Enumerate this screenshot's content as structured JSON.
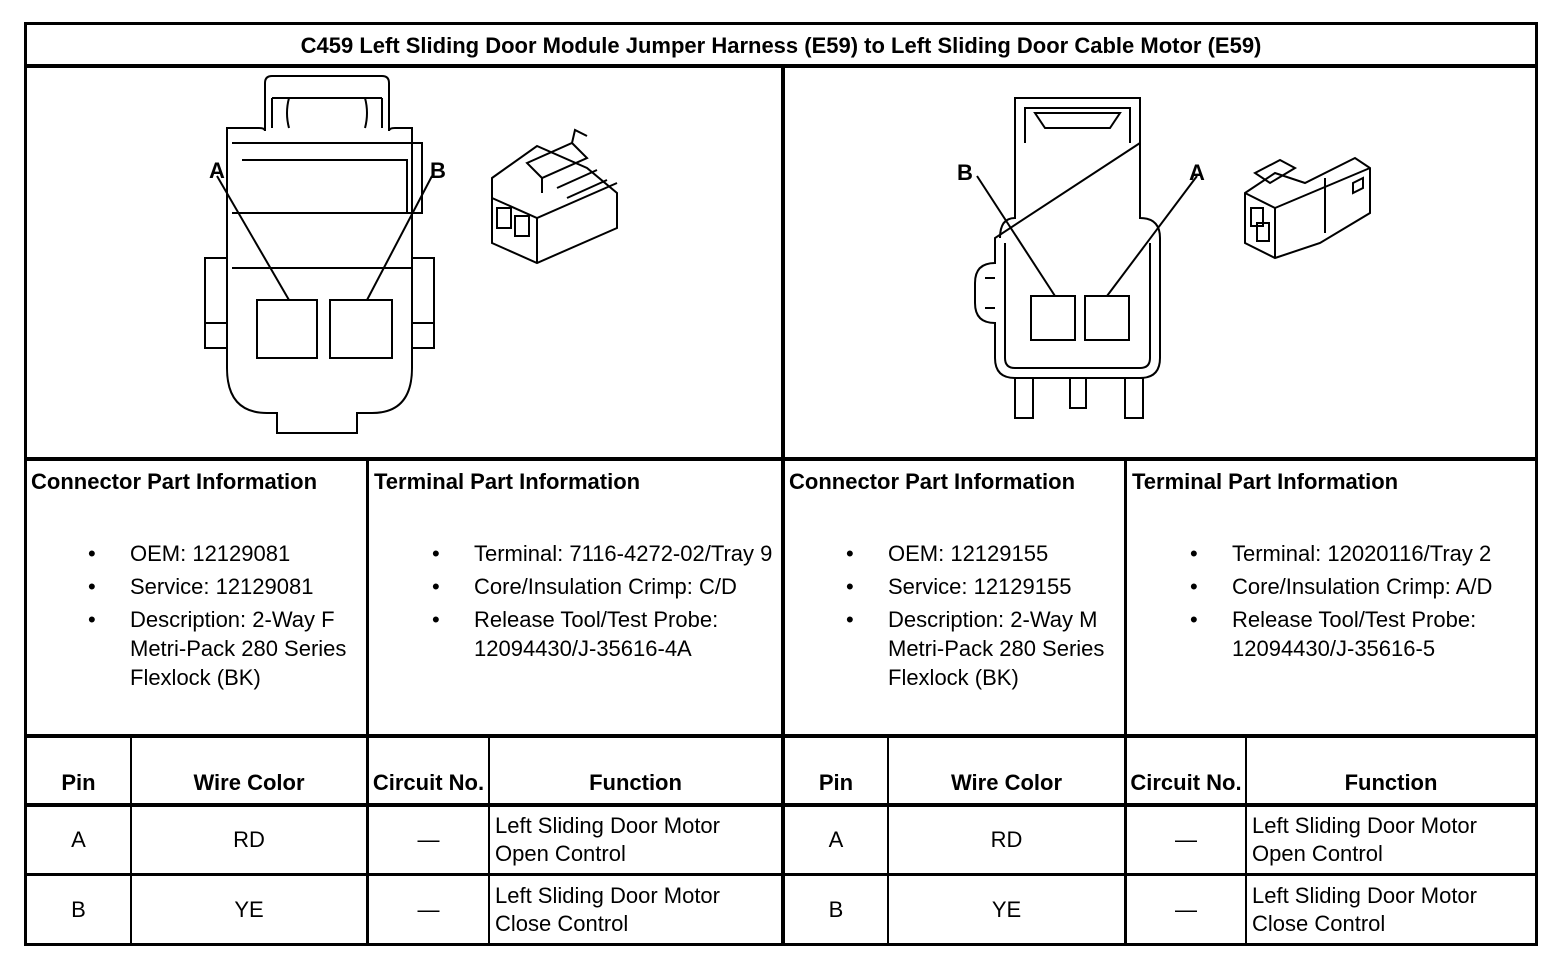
{
  "title": "C459 Left Sliding Door Module Jumper Harness (E59) to Left Sliding Door Cable Motor (E59)",
  "left": {
    "diagram": {
      "label_a": "A",
      "label_b": "B"
    },
    "connector": {
      "heading": "Connector Part Information",
      "items": [
        "OEM: 12129081",
        "Service: 12129081",
        "Description: 2-Way F Metri-Pack 280 Series Flexlock (BK)"
      ]
    },
    "terminal": {
      "heading": "Terminal Part Information",
      "items": [
        "Terminal: 7116-4272-02/Tray 9",
        "Core/Insulation Crimp: C/D",
        "Release Tool/Test Probe: 12094430/J-35616-4A"
      ]
    },
    "table": {
      "headers": {
        "pin": "Pin",
        "wire": "Wire Color",
        "circuit": "Circuit No.",
        "function": "Function"
      },
      "rows": [
        {
          "pin": "A",
          "wire": "RD",
          "circuit": "—",
          "function": "Left Sliding Door Motor Open Control"
        },
        {
          "pin": "B",
          "wire": "YE",
          "circuit": "—",
          "function": "Left Sliding Door Motor Close Control"
        }
      ]
    }
  },
  "right": {
    "diagram": {
      "label_a": "A",
      "label_b": "B"
    },
    "connector": {
      "heading": "Connector Part Information",
      "items": [
        "OEM: 12129155",
        "Service: 12129155",
        "Description: 2-Way M Metri-Pack 280 Series Flexlock (BK)"
      ]
    },
    "terminal": {
      "heading": "Terminal Part Information",
      "items": [
        "Terminal: 12020116/Tray 2",
        "Core/Insulation Crimp: A/D",
        "Release Tool/Test Probe: 12094430/J-35616-5"
      ]
    },
    "table": {
      "headers": {
        "pin": "Pin",
        "wire": "Wire Color",
        "circuit": "Circuit No.",
        "function": "Function"
      },
      "rows": [
        {
          "pin": "A",
          "wire": "RD",
          "circuit": "—",
          "function": "Left Sliding Door Motor Open Control"
        },
        {
          "pin": "B",
          "wire": "YE",
          "circuit": "—",
          "function": "Left Sliding Door Motor Close Control"
        }
      ]
    }
  }
}
